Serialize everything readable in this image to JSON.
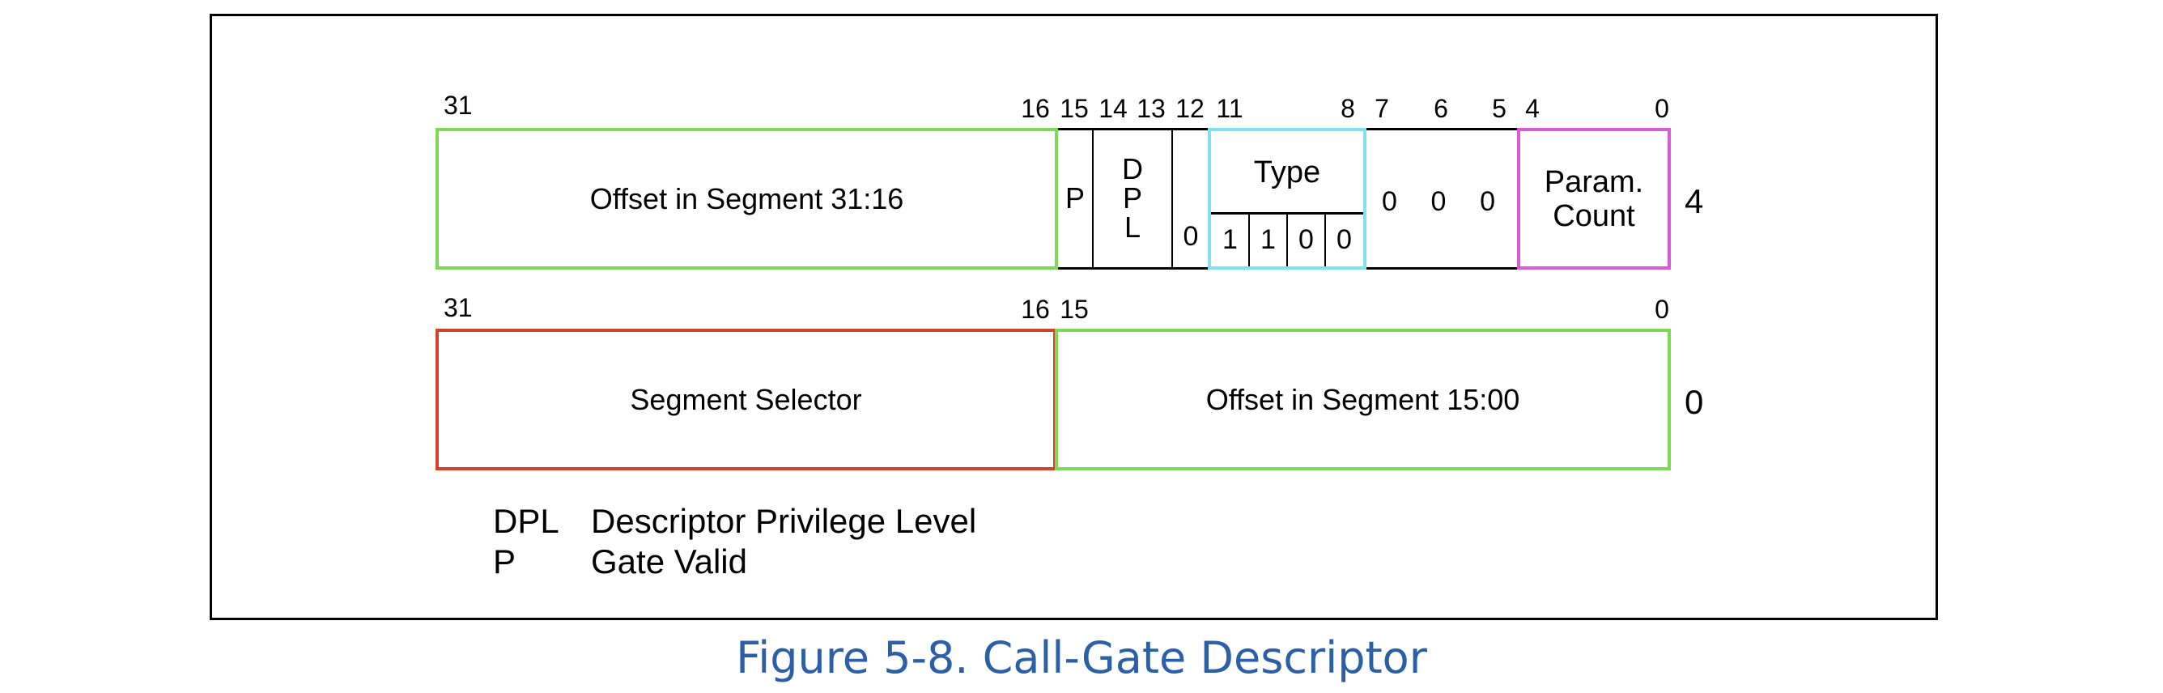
{
  "colors": {
    "border": "#000000",
    "offset_green": "#7ed957",
    "selector_red": "#d0442a",
    "type_cyan": "#7fe3ef",
    "param_magenta": "#d85cd8",
    "caption_blue": "#2b5fa6"
  },
  "upper_word": {
    "bit_labels": [
      "31",
      "16",
      "15",
      "14",
      "13",
      "12",
      "11",
      "8",
      "7",
      "6",
      "5",
      "4",
      "0"
    ],
    "offset_high": "Offset in Segment 31:16",
    "p": "P",
    "dpl": [
      "D",
      "P",
      "L"
    ],
    "zero_bit": "0",
    "type_label": "Type",
    "type_bits": [
      "1",
      "1",
      "0",
      "0"
    ],
    "reserved_bits": [
      "0",
      "0",
      "0"
    ],
    "param_count": [
      "Param.",
      "Count"
    ],
    "offset_label": "4"
  },
  "lower_word": {
    "bit_labels": [
      "31",
      "16",
      "15",
      "0"
    ],
    "segment_selector": "Segment Selector",
    "offset_low": "Offset in Segment 15:00",
    "offset_label": "0"
  },
  "legend": [
    {
      "abbr": "DPL",
      "text": "Descriptor Privilege Level"
    },
    {
      "abbr": "P",
      "text": "Gate Valid"
    }
  ],
  "caption": "Figure 5-8.  Call-Gate Descriptor"
}
